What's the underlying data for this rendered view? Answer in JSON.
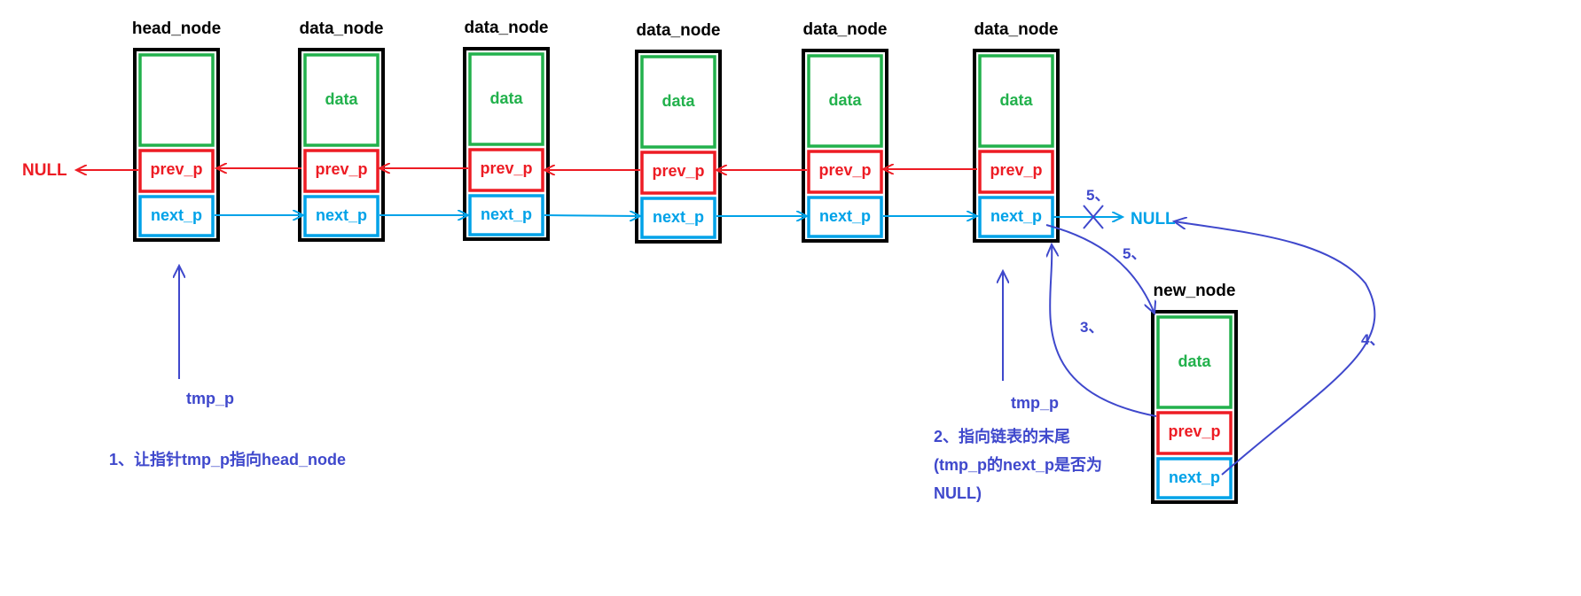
{
  "colors": {
    "box_border": "#000000",
    "data_border": "#22b14c",
    "prev_border": "#ed1c24",
    "next_border": "#00a2e8",
    "title_text": "#000000",
    "data_text": "#22b14c",
    "prev_text": "#ed1c24",
    "next_text": "#00a2e8",
    "note_text": "#3f48cc",
    "prev_arrow": "#ed1c24",
    "next_arrow": "#00a2e8",
    "step_arrow": "#3f48cc"
  },
  "nodes": [
    {
      "title": "head_node",
      "data_label": "",
      "prev_label": "prev_p",
      "next_label": "next_p"
    },
    {
      "title": "data_node",
      "data_label": "data",
      "prev_label": "prev_p",
      "next_label": "next_p"
    },
    {
      "title": "data_node",
      "data_label": "data",
      "prev_label": "prev_p",
      "next_label": "next_p"
    },
    {
      "title": "data_node",
      "data_label": "data",
      "prev_label": "prev_p",
      "next_label": "next_p"
    },
    {
      "title": "data_node",
      "data_label": "data",
      "prev_label": "prev_p",
      "next_label": "next_p"
    },
    {
      "title": "data_node",
      "data_label": "data",
      "prev_label": "prev_p",
      "next_label": "next_p"
    }
  ],
  "new_node": {
    "title": "new_node",
    "data_label": "data",
    "prev_label": "prev_p",
    "next_label": "next_p"
  },
  "null_left": "NULL",
  "null_right": "NULL",
  "tmp_pointer_1": "tmp_p",
  "tmp_pointer_2": "tmp_p",
  "step1_note": "1、让指针tmp_p指向head_node",
  "step2_note_lines": [
    "2、指向链表的末尾",
    "(tmp_p的next_p是否为",
    "NULL)"
  ],
  "step_labels": {
    "s3": "3、",
    "s4": "4、",
    "s5_top": "5、",
    "s5_curve": "5、"
  }
}
